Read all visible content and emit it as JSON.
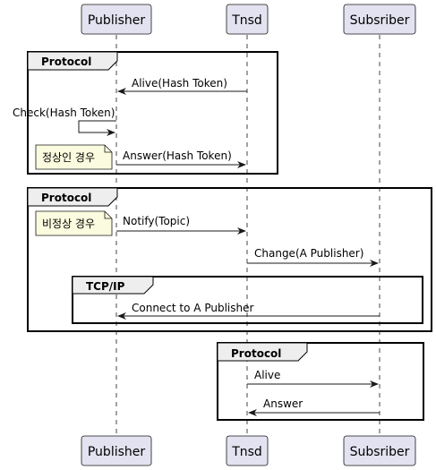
{
  "participants": {
    "publisher": "Publisher",
    "tnsd": "Tnsd",
    "subscriber": "Subsriber"
  },
  "groups": {
    "group1": "Protocol",
    "group2": "Protocol",
    "group3": "TCP/IP",
    "group4": "Protocol"
  },
  "messages": {
    "m1": "Alive(Hash Token)",
    "m2": "Check(Hash Token)",
    "m3": "Answer(Hash Token)",
    "m4": "Notify(Topic)",
    "m5": "Change(A Publisher)",
    "m6": "Connect to A Publisher",
    "m7": "Alive",
    "m8": "Answer"
  },
  "notes": {
    "n1": "정상인 경우",
    "n2": "비정상 경우"
  },
  "colors": {
    "participant_fill": "#e2e2f0",
    "participant_border": "#181818",
    "note_fill": "#fbfbdf",
    "group_header_fill": "#eeeeee",
    "line": "#181818"
  }
}
